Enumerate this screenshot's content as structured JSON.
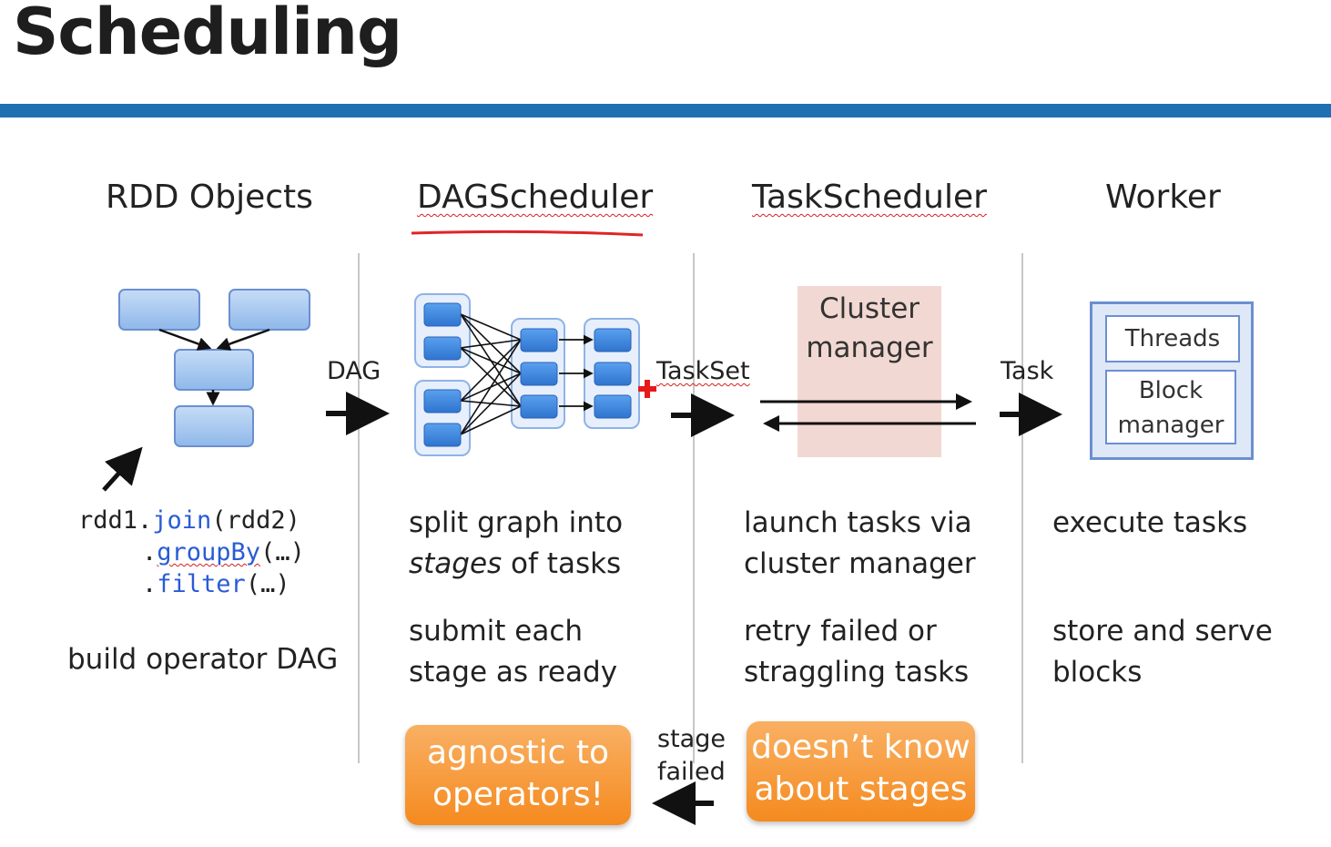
{
  "title": "Scheduling",
  "columns": {
    "rdd_objects": "RDD Objects",
    "dag_scheduler": "DAGScheduler",
    "task_scheduler": "TaskScheduler",
    "worker": "Worker"
  },
  "arrows": {
    "dag": "DAG",
    "taskset": "TaskSet",
    "task": "Task",
    "stage_failed_line1": "stage",
    "stage_failed_line2": "failed"
  },
  "rdd": {
    "code_line1_prefix": "rdd1.",
    "code_line1_method": "join",
    "code_line1_suffix": "(rdd2)",
    "code_line2_prefix": ".",
    "code_line2_method": "groupBy",
    "code_line2_suffix": "(…)",
    "code_line3_prefix": ".",
    "code_line3_method": "filter",
    "code_line3_suffix": "(…)",
    "description": "build operator DAG"
  },
  "dag_scheduler": {
    "desc1_line1": "split graph into",
    "desc1_line2_em": "stages",
    "desc1_line2_rest": " of tasks",
    "desc2_line1": "submit each",
    "desc2_line2": "stage as ready",
    "callout_line1": "agnostic to",
    "callout_line2": "operators!"
  },
  "task_scheduler": {
    "cluster_manager_line1": "Cluster",
    "cluster_manager_line2": "manager",
    "desc1_line1": "launch tasks via",
    "desc1_line2": "cluster manager",
    "desc2_line1": "retry failed or",
    "desc2_line2": "straggling tasks",
    "callout_line1": "doesn’t know",
    "callout_line2": "about stages"
  },
  "worker": {
    "threads": "Threads",
    "block_manager_line1": "Block",
    "block_manager_line2": "manager",
    "desc1": "execute tasks",
    "desc2_line1": "store and serve",
    "desc2_line2": "blocks"
  },
  "colors": {
    "rule": "#1f6fb3",
    "callout": "#f58a1f",
    "node_blue": "#4a8fe0",
    "cluster_manager_bg": "#f2d8d2"
  }
}
